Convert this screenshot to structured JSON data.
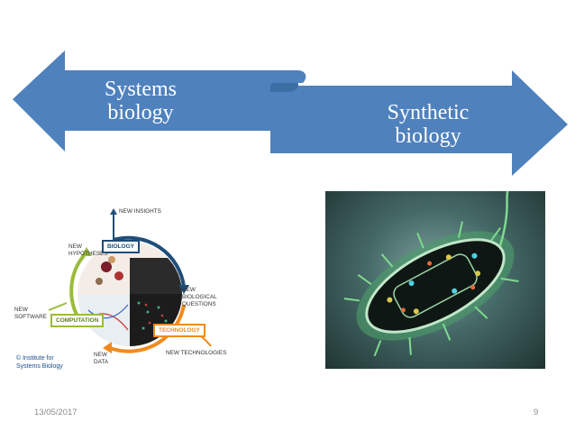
{
  "arrows": {
    "left_label": "Systems\nbiology",
    "right_label": "Synthetic\nbiology",
    "color": "#4f81bd"
  },
  "systems_biology_diagram": {
    "new_insights": "NEW INSIGHTS",
    "new_hypotheses": "NEW\nHYPOTHESES",
    "biology": "BIOLOGY",
    "new_biological_questions": "NEW\nBIOLOGICAL\nQUESTIONS",
    "new_software": "NEW\nSOFTWARE",
    "computation": "COMPUTATION",
    "technology": "TECHNOLOGY",
    "new_technologies": "NEW TECHNOLOGIES",
    "new_data": "NEW\nDATA",
    "copyright": "© Institute for\nSystems Biology",
    "colors": {
      "biology": "#1f4e79",
      "computation": "#9bbb3b",
      "technology": "#f08a1c"
    }
  },
  "bacterium_image": {
    "icon": "bacterium-illustration"
  },
  "footer": {
    "date": "13/05/2017",
    "page": "9"
  }
}
